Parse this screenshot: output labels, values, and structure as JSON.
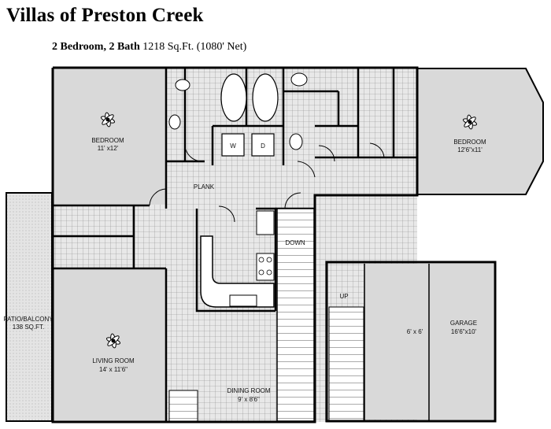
{
  "title": "Villas of Preston Creek",
  "subtitle_bold": "2 Bedroom, 2 Bath",
  "subtitle_rest": "1218 Sq.Ft. (1080' Net)",
  "rooms": {
    "bedroom_left": {
      "name": "BEDROOM",
      "size": "11' x12'"
    },
    "bedroom_right": {
      "name": "BEDROOM",
      "size": "12'6\"x11'"
    },
    "living": {
      "name": "LIVING ROOM",
      "size": "14' x 11'6\""
    },
    "dining": {
      "name": "DINING ROOM",
      "size": "9' x 8'6\""
    },
    "patio": {
      "name": "PATIO/BALCONY",
      "size": "138 SQ.FT."
    },
    "garage": {
      "name": "GARAGE",
      "size": "16'6\"x10'"
    },
    "storage": {
      "size": "6' x 6'"
    }
  },
  "labels": {
    "plank": "PLANK",
    "down": "DOWN",
    "up": "UP",
    "washer": "W",
    "dryer": "D"
  },
  "colors": {
    "wall": "#000000",
    "room_fill": "#d9d9d9",
    "grid_fill": "#e6e6e6",
    "patio_fill": "#e3e3e3"
  }
}
